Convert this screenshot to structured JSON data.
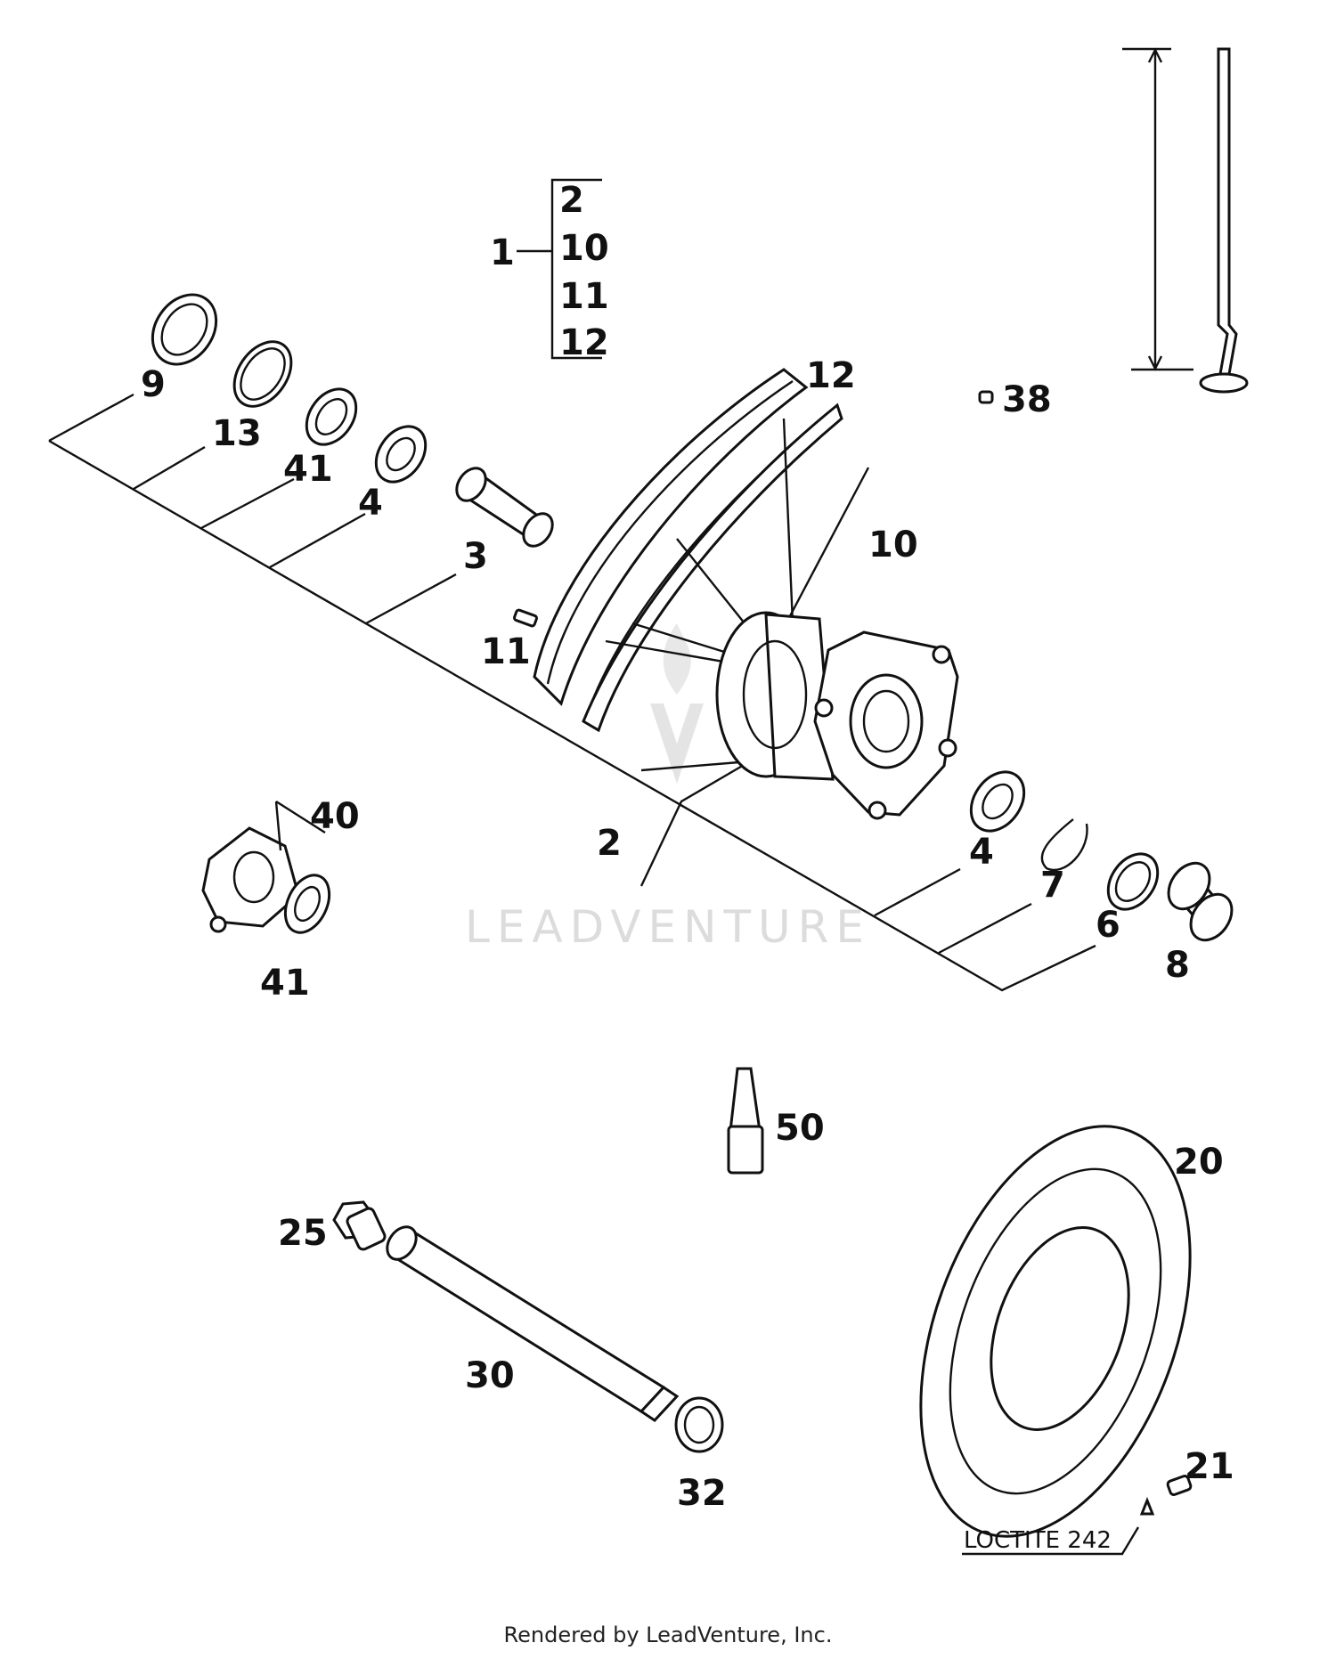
{
  "callouts": {
    "c1": "1",
    "c1a": "2",
    "c1b": "10",
    "c1c": "11",
    "c1d": "12",
    "c9": "9",
    "c13": "13",
    "c41a": "41",
    "c4a": "4",
    "c3": "3",
    "c12": "12",
    "c38": "38",
    "c10": "10",
    "c11": "11",
    "c2": "2",
    "c40": "40",
    "c41b": "41",
    "c4b": "4",
    "c7": "7",
    "c6": "6",
    "c8": "8",
    "c50": "50",
    "c20": "20",
    "c25": "25",
    "c30": "30",
    "c32": "32",
    "c21": "21"
  },
  "notes": {
    "loctite": "LOCTITE 242"
  },
  "watermark": "LEADVENTURE",
  "footer": "Rendered by LeadVenture, Inc."
}
